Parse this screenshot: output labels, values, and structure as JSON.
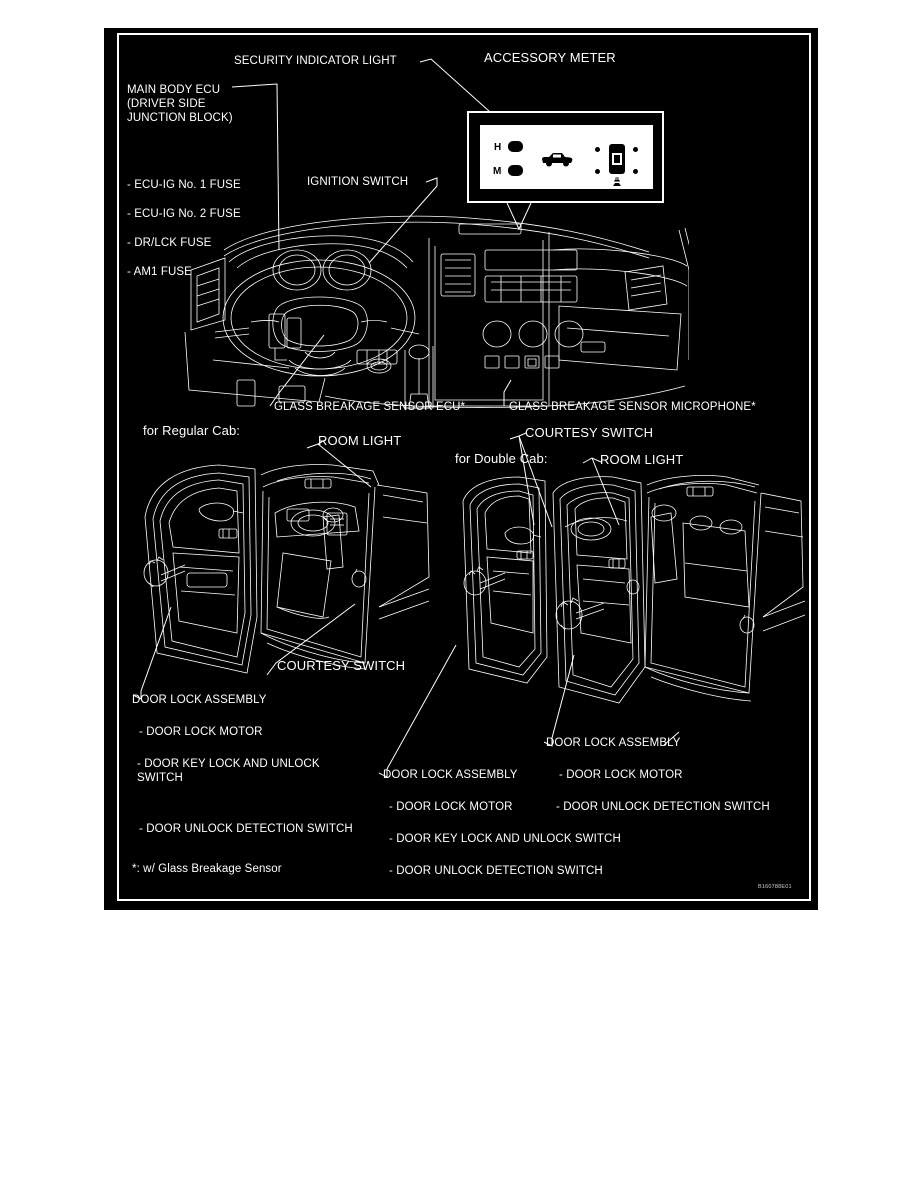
{
  "figure": {
    "title_accessory_meter": "ACCESSORY METER",
    "figure_code": "B160788E01",
    "background_color": "#000000",
    "line_color": "#ffffff"
  },
  "dashboard_section": {
    "labels": {
      "security_indicator_light": "SECURITY INDICATOR LIGHT",
      "main_body_ecu": "MAIN BODY ECU\n(DRIVER SIDE\nJUNCTION BLOCK)",
      "ignition_switch": "IGNITION SWITCH",
      "glass_breakage_sensor_ecu": "GLASS BREAKAGE SENSOR ECU*",
      "glass_breakage_sensor_microphone": "GLASS BREAKAGE SENSOR MICROPHONE*"
    },
    "fuse_list": [
      "- ECU-IG No. 1 FUSE",
      "- ECU-IG No. 2 FUSE",
      "- DR/LCK FUSE",
      "- AM1 FUSE"
    ]
  },
  "accessory_meter": {
    "title": "ACCESSORY METER",
    "row_labels": [
      "H",
      "M"
    ],
    "indicator_icons": [
      "vehicle-side-view-icon",
      "door-ajar-icon"
    ]
  },
  "regular_cab_section": {
    "heading": "for Regular Cab:",
    "callouts": {
      "room_light": "ROOM LIGHT",
      "courtesy_switch": "COURTESY SWITCH",
      "door_lock_assembly": "DOOR LOCK ASSEMBLY"
    },
    "door_lock_parts": [
      "- DOOR LOCK MOTOR",
      "- DOOR KEY LOCK AND UNLOCK\nSWITCH",
      "- DOOR UNLOCK DETECTION SWITCH"
    ]
  },
  "double_cab_section": {
    "heading": "for Double Cab:",
    "callouts": {
      "courtesy_switch": "COURTESY SWITCH",
      "room_light": "ROOM LIGHT",
      "front_door_lock_assembly": "DOOR LOCK ASSEMBLY",
      "rear_door_lock_assembly": "DOOR LOCK ASSEMBLY"
    },
    "front_door_lock_parts": [
      "- DOOR LOCK MOTOR",
      "- DOOR KEY LOCK AND UNLOCK SWITCH",
      "- DOOR UNLOCK DETECTION SWITCH"
    ],
    "rear_door_lock_parts": [
      "- DOOR LOCK MOTOR",
      "- DOOR UNLOCK DETECTION SWITCH"
    ]
  },
  "footnote": "*: w/ Glass Breakage Sensor"
}
